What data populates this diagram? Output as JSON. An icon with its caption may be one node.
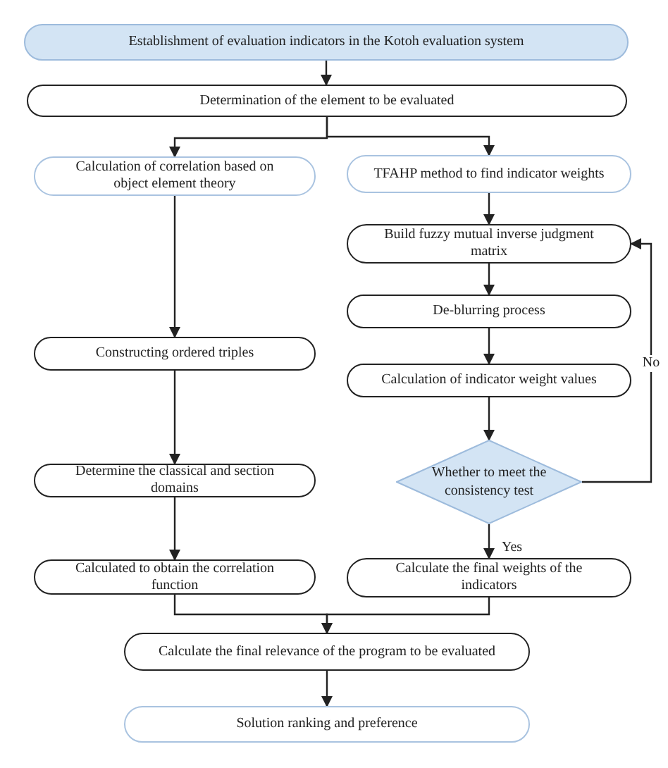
{
  "diagram": {
    "nodes": [
      {
        "text": [
          "Establishment of evaluation indicators in the Kotoh evaluation system"
        ]
      },
      {
        "text": [
          "Determination of the element to be evaluated"
        ]
      },
      {
        "text": [
          "Calculation of correlation based on object element theory"
        ]
      },
      {
        "text": [
          "TFAHP method to find indicator weights"
        ]
      },
      {
        "text": [
          "Build fuzzy mutual inverse judgment matrix"
        ]
      },
      {
        "text": [
          "De-blurring process"
        ]
      },
      {
        "text": [
          "Constructing ordered triples"
        ]
      },
      {
        "text": [
          "Calculation of indicator weight values"
        ]
      },
      {
        "text": [
          "Determine the classical and section domains"
        ]
      },
      {
        "text": [
          "Whether to meet the consistency test"
        ]
      },
      {
        "text": [
          "Calculated to obtain the correlation function"
        ]
      },
      {
        "text": [
          "Calculate the final weights of the indicators"
        ]
      },
      {
        "text": [
          "Calculate the final relevance of the program to be evaluated"
        ]
      },
      {
        "text": [
          "Solution ranking and preference"
        ]
      }
    ],
    "edges": [
      {
        "from": 0,
        "to": 1,
        "arrow": "to"
      },
      {
        "from": 1,
        "to": 2,
        "arrow": "to"
      },
      {
        "from": 1,
        "to": 3,
        "arrow": "to"
      },
      {
        "from": 2,
        "to": 6,
        "arrow": "to"
      },
      {
        "from": 6,
        "to": 8,
        "arrow": "to"
      },
      {
        "from": 8,
        "to": 10,
        "arrow": "to"
      },
      {
        "from": 3,
        "to": 4,
        "arrow": "to"
      },
      {
        "from": 4,
        "to": 5,
        "arrow": "to"
      },
      {
        "from": 5,
        "to": 7,
        "arrow": "to"
      },
      {
        "from": 7,
        "to": 9,
        "arrow": "to"
      },
      {
        "from": 9,
        "to": 11,
        "label": "Yes",
        "arrow": "to"
      },
      {
        "from": 9,
        "to": 4,
        "label": "No",
        "arrow": "to"
      },
      {
        "from": 10,
        "to": 12,
        "arrow": "to"
      },
      {
        "from": 11,
        "to": 12,
        "arrow": "to"
      },
      {
        "from": 12,
        "to": 13,
        "arrow": "to"
      }
    ]
  }
}
